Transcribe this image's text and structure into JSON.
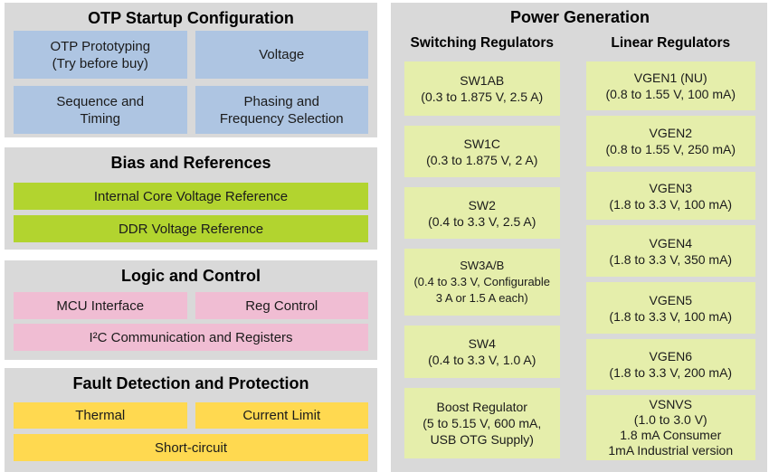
{
  "sections": {
    "otp": {
      "title": "OTP Startup Configuration",
      "blocks": [
        "OTP Prototyping\n(Try before buy)",
        "Voltage",
        "Sequence and\nTiming",
        "Phasing and\nFrequency Selection"
      ]
    },
    "bias": {
      "title": "Bias and References",
      "blocks": [
        "Internal Core Voltage Reference",
        "DDR Voltage Reference"
      ]
    },
    "logic": {
      "title": "Logic and Control",
      "blocks": [
        "MCU Interface",
        "Reg Control",
        "I²C Communication and Registers"
      ]
    },
    "fault": {
      "title": "Fault Detection and Protection",
      "blocks": [
        "Thermal",
        "Current Limit",
        "Short-circuit"
      ]
    },
    "power": {
      "title": "Power Generation",
      "switching": {
        "header": "Switching Regulators",
        "blocks": [
          "SW1AB\n(0.3 to 1.875 V, 2.5 A)",
          "SW1C\n(0.3 to 1.875 V, 2 A)",
          "SW2\n(0.4 to 3.3 V, 2.5 A)",
          "SW3A/B\n(0.4 to 3.3 V, Configurable\n3 A or 1.5 A each)",
          "SW4\n(0.4 to 3.3 V, 1.0 A)",
          "Boost Regulator\n(5 to 5.15 V, 600 mA,\nUSB OTG Supply)"
        ]
      },
      "linear": {
        "header": "Linear Regulators",
        "blocks": [
          "VGEN1 (NU)\n(0.8 to 1.55 V, 100 mA)",
          "VGEN2\n(0.8 to 1.55 V, 250 mA)",
          "VGEN3\n(1.8 to 3.3 V, 100 mA)",
          "VGEN4\n(1.8 to 3.3 V, 350 mA)",
          "VGEN5\n(1.8 to 3.3 V, 100 mA)",
          "VGEN6\n(1.8 to 3.3 V, 200 mA)",
          "VSNVS\n(1.0 to 3.0 V)\n1.8 mA Consumer\n1mA Industrial version"
        ]
      }
    }
  },
  "colors": {
    "panel_gray": "#d9d9d9",
    "blue": "#aec5e2",
    "green": "#b2d42f",
    "pink": "#f0bdd3",
    "yellow": "#ffd950",
    "pale_green": "#e5eeab",
    "text": "#1b1b1b"
  }
}
